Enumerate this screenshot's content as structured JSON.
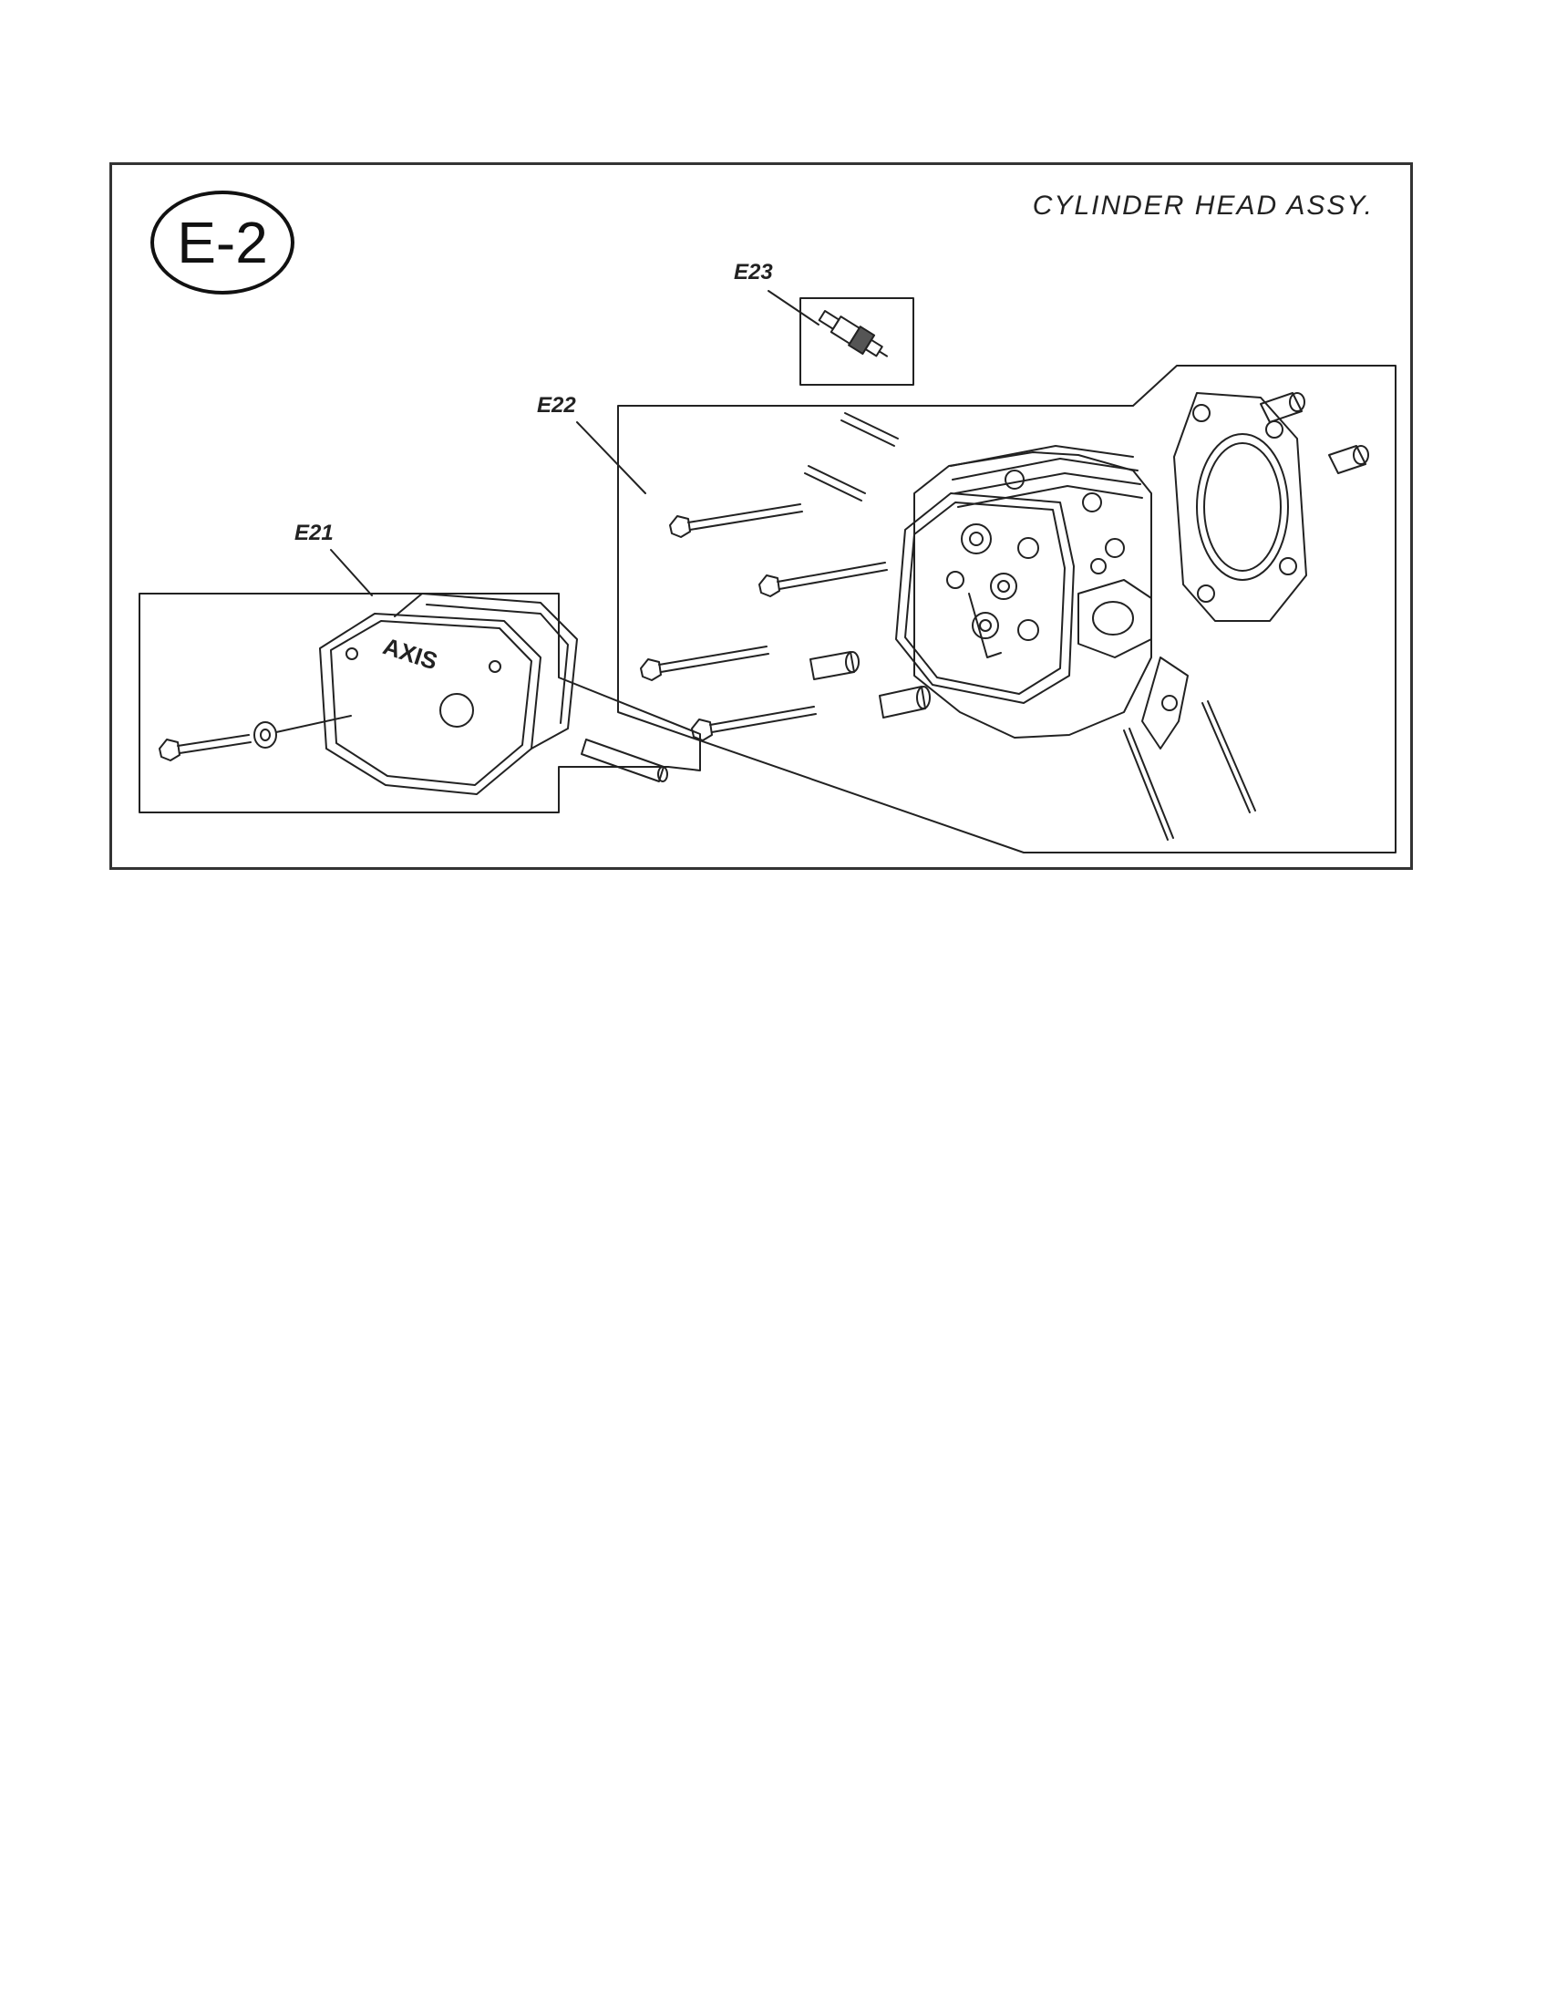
{
  "diagram": {
    "badge": "E-2",
    "title": "CYLINDER HEAD ASSY.",
    "callouts": {
      "e21": "E21",
      "e22": "E22",
      "e23": "E23"
    },
    "cover_logo": "AXIS",
    "colors": {
      "line": "#222222",
      "frame": "#333333",
      "fill": "#ffffff"
    }
  }
}
